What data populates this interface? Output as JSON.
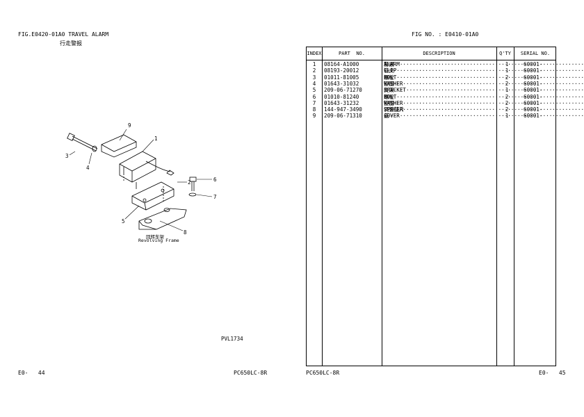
{
  "left_page": {
    "fig_title": "FIG.E0420-01A0 TRAVEL ALARM",
    "fig_title_cn": "行走警报",
    "callouts": [
      "1",
      "2",
      "3",
      "4",
      "5",
      "6",
      "7",
      "8",
      "9"
    ],
    "frame_label_cn": "回转车架",
    "frame_label_en": "Revolving Frame",
    "drawing_code": "PVL1734",
    "page_no": "E0-   44",
    "model": "PC650LC-8R"
  },
  "right_page": {
    "fig_no": "FIG NO. : E0410-01A0",
    "headers": {
      "index": "INDEX",
      "part_no": "PART  NO.",
      "description": "DESCRIPTION",
      "qty": "Q'TY",
      "serial": "SERIAL NO."
    },
    "rows": [
      {
        "index": "1",
        "part_no": "08164-A1000",
        "desc": "ALARM",
        "desc_cn": "警报",
        "qty": "1",
        "serial": "60001-"
      },
      {
        "index": "2",
        "part_no": "08193-20012",
        "desc": "CLIP",
        "desc_cn": "管夹",
        "qty": "1",
        "serial": "60001-"
      },
      {
        "index": "3",
        "part_no": "01011-81005",
        "desc": "BOLT",
        "desc_cn": "螺栓",
        "qty": "2",
        "serial": "60001-"
      },
      {
        "index": "4",
        "part_no": "01643-31032",
        "desc": "WASHER",
        "desc_cn": "垫圈",
        "qty": "2",
        "serial": "60001-"
      },
      {
        "index": "5",
        "part_no": "209-06-71270",
        "desc": "BRACKET",
        "desc_cn": "支架",
        "qty": "1",
        "serial": "60001-"
      },
      {
        "index": "6",
        "part_no": "01010-81240",
        "desc": "BOLT",
        "desc_cn": "螺栓",
        "qty": "2",
        "serial": "60001-"
      },
      {
        "index": "7",
        "part_no": "01643-31232",
        "desc": "WASHER",
        "desc_cn": "垫圈",
        "qty": "2",
        "serial": "60001-"
      },
      {
        "index": "8",
        "part_no": "144-947-3490",
        "desc": "SPACER",
        "desc_cn": "调整垫片",
        "qty": "2",
        "serial": "60001-"
      },
      {
        "index": "9",
        "part_no": "209-06-71310",
        "desc": "COVER",
        "desc_cn": "盖",
        "qty": "1",
        "serial": "60001-"
      }
    ],
    "model": "PC650LC-8R",
    "page_no": "E0-   45"
  }
}
